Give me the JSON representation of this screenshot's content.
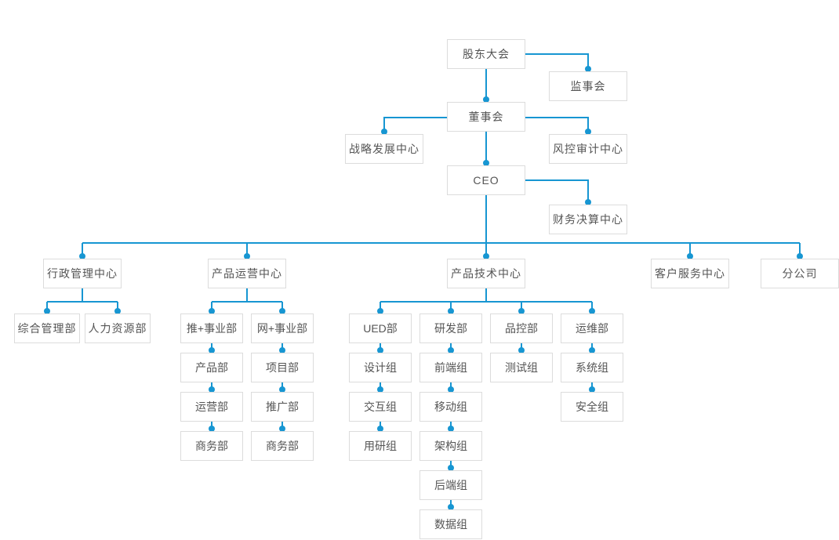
{
  "colors": {
    "accent": "#1796d2",
    "box_border": "#dcdcdc",
    "box_bg": "#ffffff",
    "text": "#555555",
    "page_bg": "#ffffff"
  },
  "chart": {
    "type": "org-chart",
    "governance": {
      "shareholders_meeting": "股东大会",
      "supervisory_board": "监事会",
      "board_of_directors": "董事会",
      "strategy_center": "战略发展中心",
      "risk_audit_center": "风控审计中心",
      "ceo": "CEO",
      "finance_center": "财务决算中心"
    },
    "centers": {
      "admin_center": "行政管理中心",
      "product_ops_center": "产品运营中心",
      "product_tech_center": "产品技术中心",
      "customer_service_center": "客户服务中心",
      "branch_company": "分公司"
    },
    "admin": {
      "general_mgmt_dept": "综合管理部",
      "hr_dept": "人力资源部"
    },
    "product_ops": {
      "tui_division": "推+事业部",
      "product_dept": "产品部",
      "operations_dept": "运营部",
      "business_dept_1": "商务部",
      "wang_division": "网+事业部",
      "project_dept": "项目部",
      "promotion_dept": "推广部",
      "business_dept_2": "商务部"
    },
    "product_tech": {
      "ued_dept": "UED部",
      "design_group": "设计组",
      "interaction_group": "交互组",
      "user_research_group": "用研组",
      "rd_dept": "研发部",
      "frontend_group": "前端组",
      "mobile_group": "移动组",
      "architecture_group": "架构组",
      "backend_group": "后端组",
      "data_group": "数据组",
      "qc_dept": "品控部",
      "testing_group": "测试组",
      "ops_dept": "运维部",
      "system_group": "系统组",
      "security_group": "安全组"
    }
  }
}
